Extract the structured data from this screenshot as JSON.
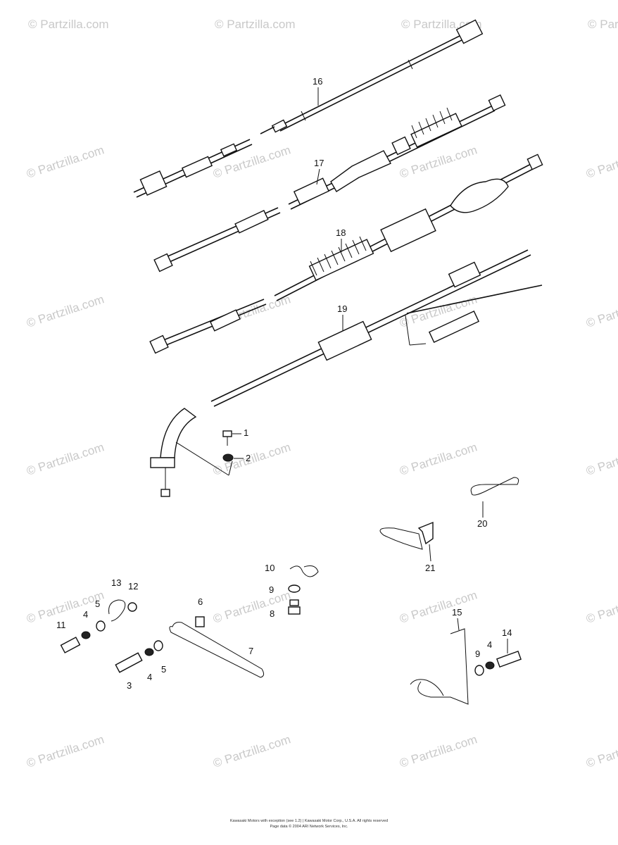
{
  "watermark": "© Partzilla.com",
  "callouts": [
    "1",
    "2",
    "3",
    "4",
    "4",
    "4",
    "5",
    "5",
    "6",
    "7",
    "8",
    "9",
    "9",
    "10",
    "11",
    "12",
    "13",
    "14",
    "15",
    "16",
    "17",
    "18",
    "19",
    "20",
    "21"
  ],
  "copyright": {
    "line1": "Kawasaki Motors with exception (see 1.2) | Kawasaki Motor Corp., U.S.A. All rights reserved",
    "line2": "Page data © 2004 ARI Network Services, Inc."
  }
}
